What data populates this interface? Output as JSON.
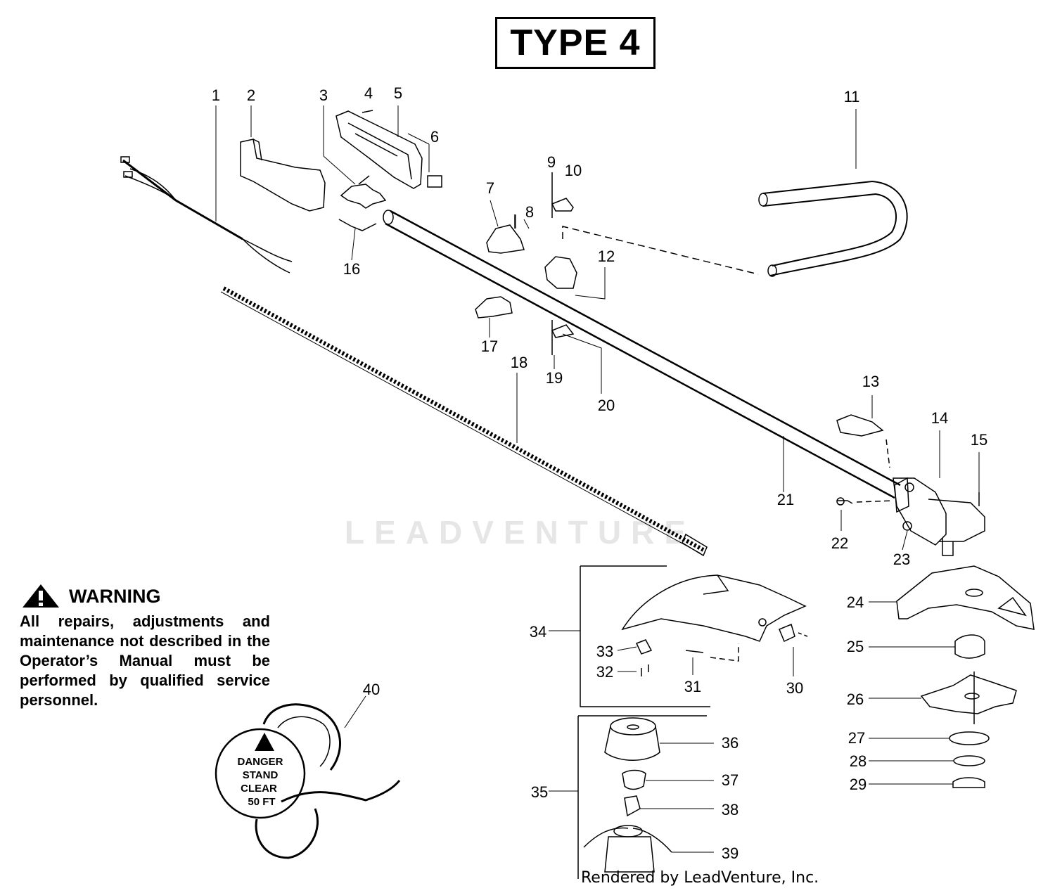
{
  "title": "TYPE 4",
  "warning": {
    "heading": "WARNING",
    "text": "All repairs, adjustments and maintenance not described in the Operator’s Manual must be performed by qualified service personnel."
  },
  "tag": {
    "line1": "DANGER",
    "line2": "STAND",
    "line3": "CLEAR",
    "line4": "50 FT"
  },
  "watermark": "LEADVENTURE",
  "footer": "Rendered by LeadVenture, Inc.",
  "callouts": [
    "1",
    "2",
    "3",
    "4",
    "5",
    "6",
    "7",
    "8",
    "9",
    "10",
    "11",
    "12",
    "13",
    "14",
    "15",
    "16",
    "17",
    "18",
    "19",
    "20",
    "21",
    "22",
    "23",
    "24",
    "25",
    "26",
    "27",
    "28",
    "29",
    "30",
    "31",
    "32",
    "33",
    "34",
    "35",
    "36",
    "37",
    "38",
    "39",
    "40"
  ]
}
